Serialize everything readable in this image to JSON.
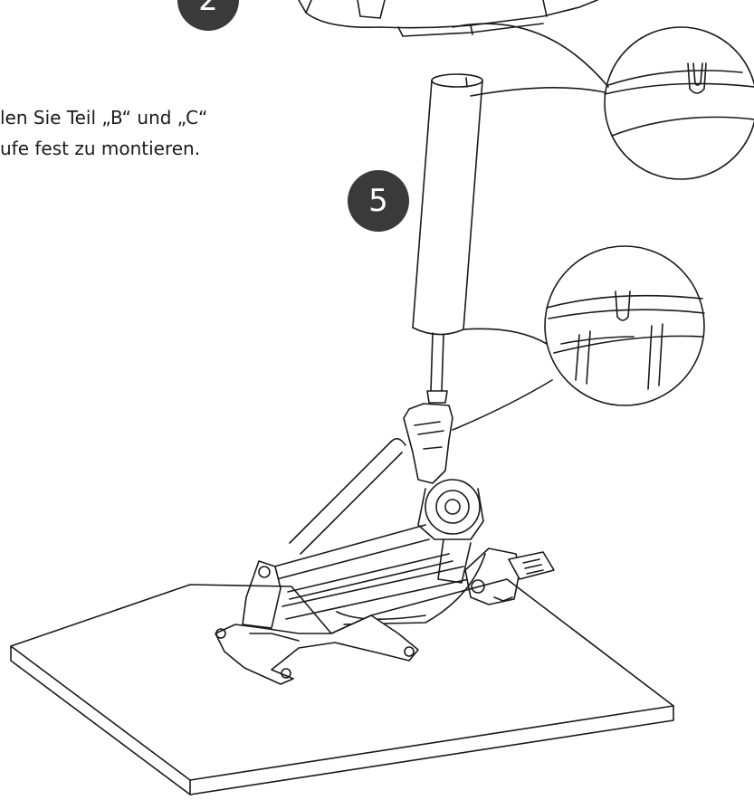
{
  "instructions": {
    "line1": "len Sie Teil „B“ und „C“",
    "line2": "ufe fest zu montieren."
  },
  "steps": {
    "current": "5",
    "previous": "2"
  },
  "colors": {
    "line": "#1a1a1a",
    "badge_fill": "#3a3a3a",
    "badge_text": "#ffffff",
    "background": "#ffffff"
  }
}
